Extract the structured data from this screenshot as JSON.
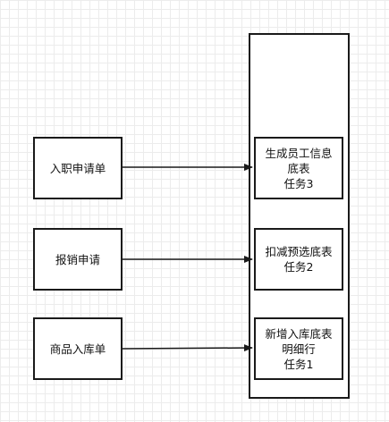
{
  "diagram": {
    "sources": [
      {
        "label": "入职申请单"
      },
      {
        "label": "报销申请"
      },
      {
        "label": "商品入库单"
      }
    ],
    "tasks": [
      {
        "lines": [
          "生成员工信息",
          "底表",
          "任务3"
        ]
      },
      {
        "lines": [
          "扣减预选底表",
          "任务2"
        ]
      },
      {
        "lines": [
          "新增入库底表",
          "明细行",
          "任务1"
        ]
      }
    ],
    "edges": [
      {
        "from": "入职申请单",
        "to": "任务3"
      },
      {
        "from": "报销申请",
        "to": "任务2"
      },
      {
        "from": "商品入库单",
        "to": "任务1"
      }
    ]
  }
}
